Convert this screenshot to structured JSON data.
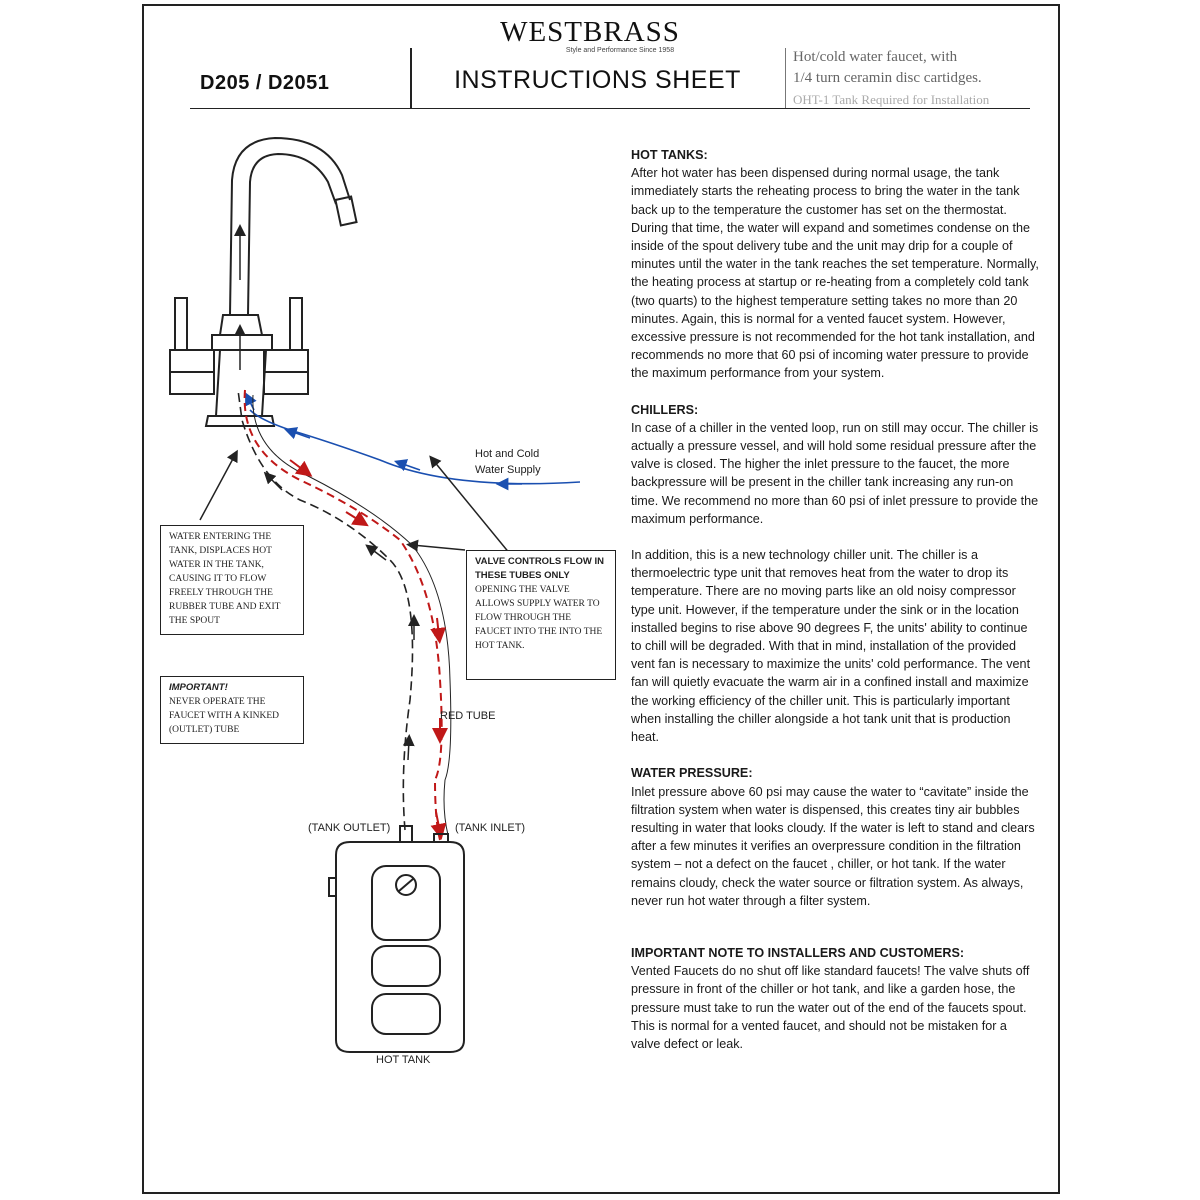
{
  "header": {
    "model": "D205 / D2051",
    "brand": "WESTBRASS",
    "tagline": "Style and Performance Since 1958",
    "title": "INSTRUCTIONS SHEET",
    "description_line1": "Hot/cold water faucet, with",
    "description_line2": "1/4 turn ceramin disc cartidges.",
    "description_line3": "OHT-1 Tank Required for Installation"
  },
  "diagram": {
    "supply_label_1": "Hot and Cold",
    "supply_label_2": "Water Supply",
    "water_box": "Water entering the tank, displaces hot water in the tank, causing it to flow freely through the rubber tube and exit the spout",
    "valve_box_head": "VALVE CONTROLS FLOW IN THESE TUBES ONLY",
    "valve_box_body": "Opening the valve allows supply water to flow through the faucet into the into the hot tank.",
    "important_head": "IMPORTANT!",
    "important_body": "Never operate the faucet with a kinked (outlet) tube",
    "red_tube": "RED TUBE",
    "tank_outlet": "(TANK OUTLET)",
    "tank_inlet": "(TANK INLET)",
    "hot_tank": "HOT TANK",
    "colors": {
      "red": "#c01818",
      "blue": "#1a4fb0",
      "ink": "#222222"
    }
  },
  "sections": {
    "hot_tanks": {
      "heading": "HOT TANKS:",
      "body": "After hot water has been dispensed during normal usage, the tank immediately starts the reheating process to bring the water in the tank back up to the temperature the customer has set on the thermostat. During that time, the water will expand and sometimes condense on the inside of the spout delivery tube and the unit may drip for a couple of minutes until the water in the tank reaches the set temperature. Normally, the heating process at startup or re-heating from a completely cold tank (two quarts) to the highest temperature setting takes no more than 20 minutes. Again, this is normal for a vented faucet system. However, excessive pressure is not recommended for the hot tank installation, and recommends no more that 60 psi of incoming water pressure to provide the maximum performance from your system."
    },
    "chillers": {
      "heading": "CHILLERS:",
      "body1": "In case of a chiller in the vented loop, run on still may occur. The chiller is actually a pressure vessel, and will hold some residual pressure after the valve is closed. The higher the inlet pressure to the faucet, the more backpressure will be present in the chiller tank increasing any run-on time. We recommend no more than 60 psi of inlet pressure to provide the maximum performance.",
      "body2": "In addition, this is a new technology chiller unit. The chiller is a thermoelectric type unit that removes heat from the water to drop its temperature. There are no moving parts like an old noisy compressor type unit. However, if the temperature under the sink or in the location installed begins to rise above 90 degrees F, the units' ability to continue to chill will be degraded. With that in mind, installation of the provided vent fan is necessary to maximize the units' cold performance. The vent fan will quietly evacuate the warm air in a confined install and maximize the working efficiency of the chiller unit. This is particularly important when installing the chiller alongside a hot tank unit that is production heat."
    },
    "water_pressure": {
      "heading": "WATER PRESSURE:",
      "body": "Inlet pressure above 60 psi may cause the water to “cavitate” inside the filtration system when water is dispensed, this creates tiny air bubbles resulting in water that looks cloudy. If the water is left to stand and clears after a few minutes it verifies an overpressure condition in the filtration system – not a defect on the faucet , chiller, or hot tank. If the water remains cloudy, check the water source or filtration system. As always, never run hot water through a filter system."
    },
    "important_note": {
      "heading": "IMPORTANT NOTE TO INSTALLERS AND CUSTOMERS:",
      "body": "Vented Faucets do no shut off like standard faucets! The valve shuts off pressure in front of the chiller or hot tank, and like a garden hose, the pressure must take to run the water out of the end of the faucets spout. This is normal for a vented faucet, and should not be mistaken for a valve defect or leak."
    }
  }
}
